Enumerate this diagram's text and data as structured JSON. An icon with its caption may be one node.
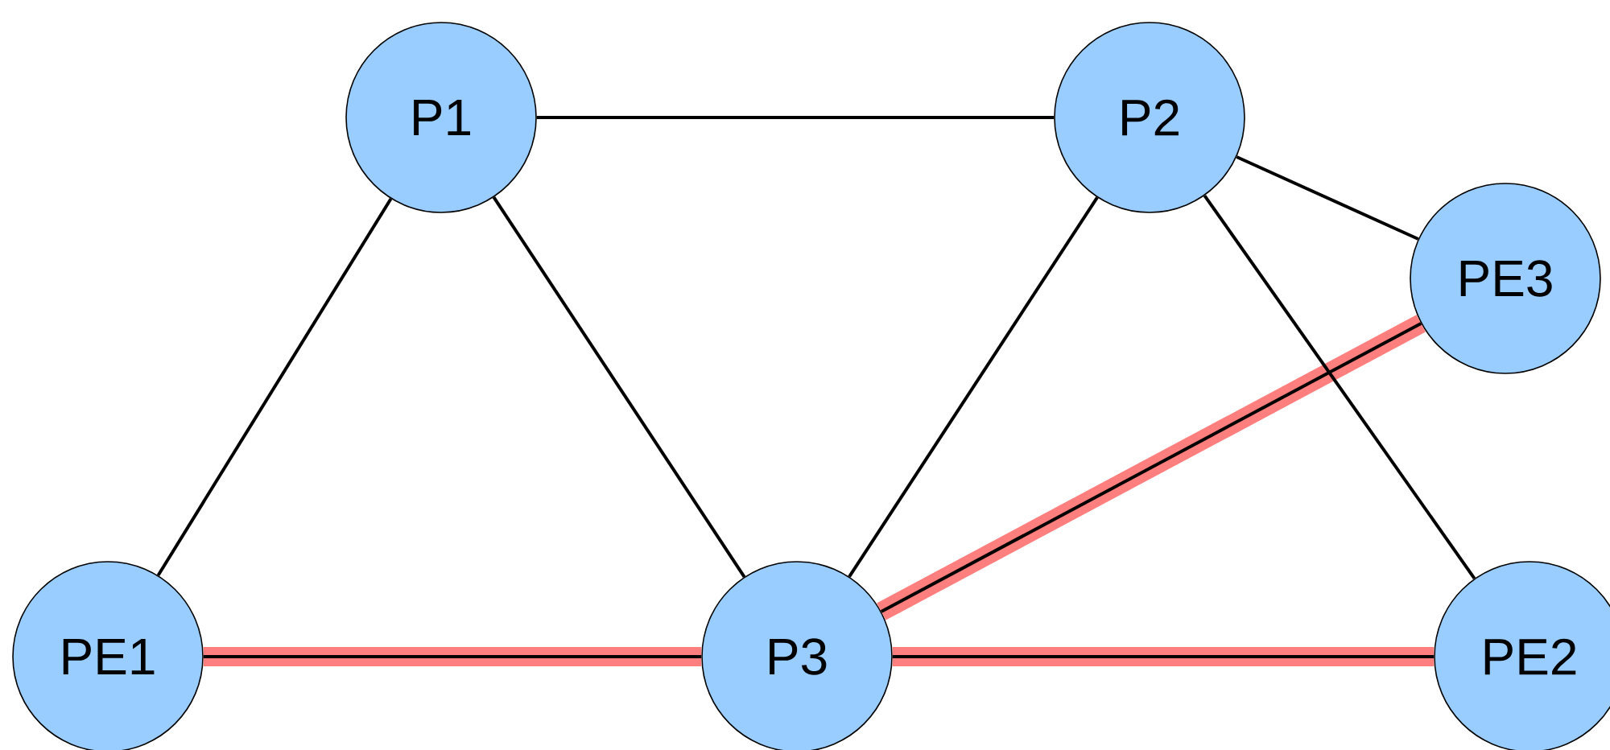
{
  "diagram": {
    "nodes": [
      {
        "text": [
          "P1"
        ]
      },
      {
        "text": [
          "P2"
        ]
      },
      {
        "text": [
          "PE3"
        ]
      },
      {
        "text": [
          "PE1"
        ]
      },
      {
        "text": [
          "P3"
        ]
      },
      {
        "text": [
          "PE2"
        ]
      }
    ],
    "edges": [
      {
        "from": 3,
        "to": 4,
        "arrow": "none",
        "style": "thick",
        "color": "#ff7f7f"
      },
      {
        "from": 4,
        "to": 2,
        "arrow": "none",
        "style": "thick",
        "color": "#ff7f7f"
      },
      {
        "from": 4,
        "to": 5,
        "arrow": "none",
        "style": "thick",
        "color": "#ff7f7f"
      },
      {
        "from": 0,
        "to": 1,
        "arrow": "none"
      },
      {
        "from": 1,
        "to": 2,
        "arrow": "none"
      },
      {
        "from": 0,
        "to": 3,
        "arrow": "none"
      },
      {
        "from": 0,
        "to": 4,
        "arrow": "none"
      },
      {
        "from": 1,
        "to": 4,
        "arrow": "none"
      },
      {
        "from": 1,
        "to": 5,
        "arrow": "none"
      },
      {
        "from": 3,
        "to": 4,
        "arrow": "none"
      },
      {
        "from": 4,
        "to": 2,
        "arrow": "none"
      },
      {
        "from": 4,
        "to": 5,
        "arrow": "none"
      }
    ]
  }
}
